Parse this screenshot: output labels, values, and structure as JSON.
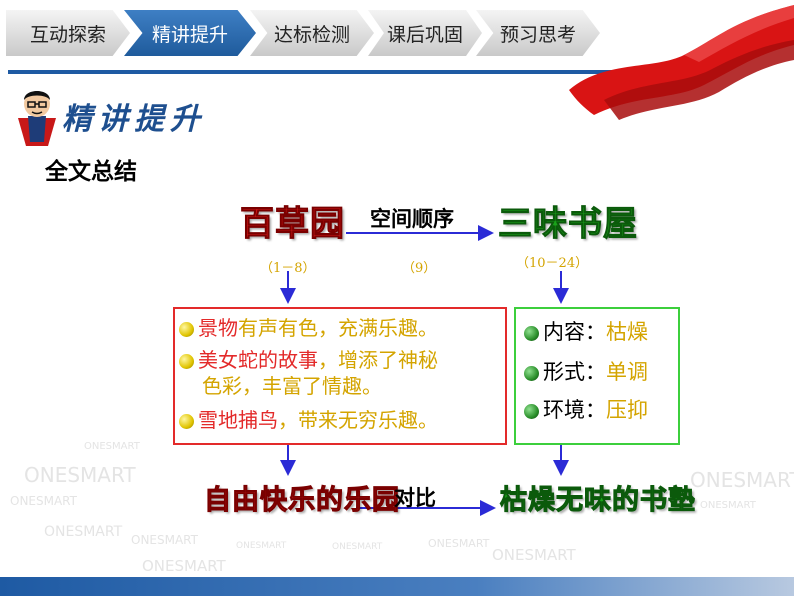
{
  "nav": {
    "tabs": [
      {
        "label": "互动探索",
        "active": false
      },
      {
        "label": "精讲提升",
        "active": true
      },
      {
        "label": "达标检测",
        "active": false
      },
      {
        "label": "课后巩固",
        "active": false
      },
      {
        "label": "预习思考",
        "active": false
      }
    ]
  },
  "section": {
    "title": "精讲提升",
    "subtitle": "全文总结"
  },
  "diagram": {
    "left_title": "百草园",
    "right_title": "三味书屋",
    "top_relation": "空间顺序",
    "left_range": "（1－8）",
    "mid_range": "（9）",
    "right_range": "（10－24）",
    "left_box": {
      "line1_a": "景物",
      "line1_b": "有声有色，充满乐趣。",
      "line2_a": "美女蛇的故事",
      "line2_b": "，增添了神秘",
      "line3": "色彩，丰富了情趣。",
      "line4_a": "雪地捕鸟",
      "line4_b": "，带来无穷乐趣。"
    },
    "right_box": {
      "item1_label": "内容：",
      "item1_value": "枯燥",
      "item2_label": "形式：",
      "item2_value": "单调",
      "item3_label": "环境：",
      "item3_value": "压抑"
    },
    "left_conclusion": "自由快乐的乐园",
    "right_conclusion": "枯燥无味的书塾",
    "bottom_relation": "对比"
  },
  "watermarks": [
    "ONESMART",
    "ONESMART",
    "ONESMART",
    "ONESMART",
    "ONESMART",
    "ONESMART",
    "ONESMART",
    "ONESMART",
    "ONESMART",
    "ONESMART",
    "ONESMART",
    "ONESMART"
  ],
  "colors": {
    "nav_active": "#2a6bb0",
    "accent_blue": "#1e5aa3",
    "red": "#e31b1b",
    "green": "#1aa31a",
    "gold": "#d4a400"
  }
}
